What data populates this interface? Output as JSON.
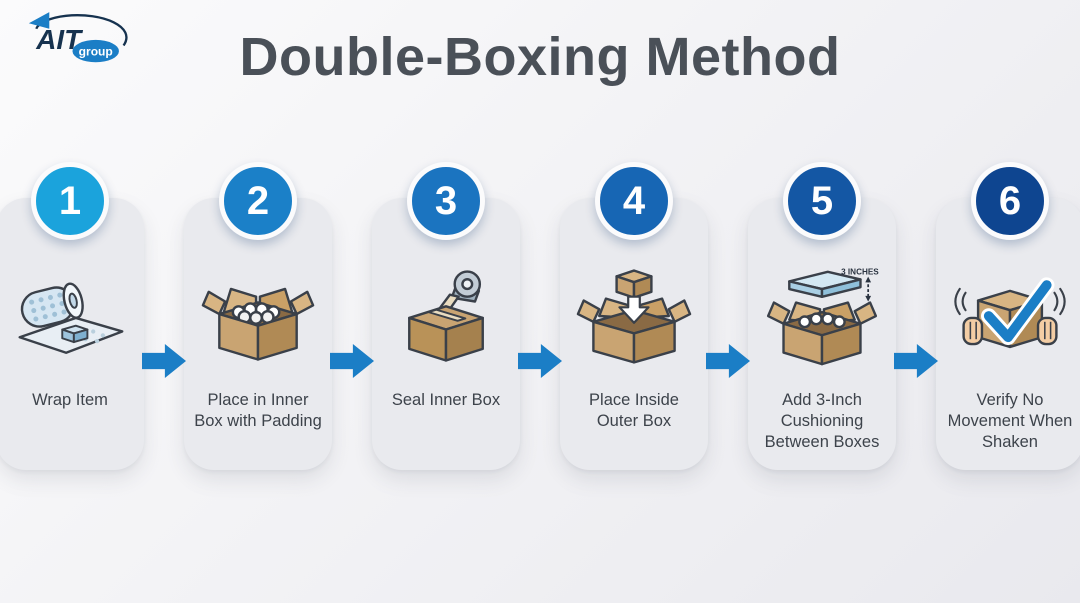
{
  "title": "Double-Boxing Method",
  "logo": {
    "name": "AIT",
    "sub": "group"
  },
  "colors": {
    "arrow": "#1b7ec6",
    "card_bg": "#e9eaee",
    "title": "#4a5058",
    "check": "#1b7ec6",
    "badges": [
      "#1ba3dc",
      "#1b80c8",
      "#1b74c0",
      "#1766b4",
      "#1457a4",
      "#0e4590"
    ]
  },
  "steps": [
    {
      "number": "1",
      "caption": "Wrap Item",
      "icon": "bubble-wrap-roll"
    },
    {
      "number": "2",
      "caption": "Place in Inner Box with Padding",
      "icon": "open-box-with-padding"
    },
    {
      "number": "3",
      "caption": "Seal Inner Box",
      "icon": "taped-inner-box"
    },
    {
      "number": "4",
      "caption": "Place Inside Outer Box",
      "icon": "box-into-outer-box"
    },
    {
      "number": "5",
      "caption": "Add 3-Inch Cushioning Between Boxes",
      "icon": "cushion-between-boxes",
      "annotation": "3 INCHES"
    },
    {
      "number": "6",
      "caption": "Verify No Movement When Shaken",
      "icon": "shake-check-box"
    }
  ]
}
